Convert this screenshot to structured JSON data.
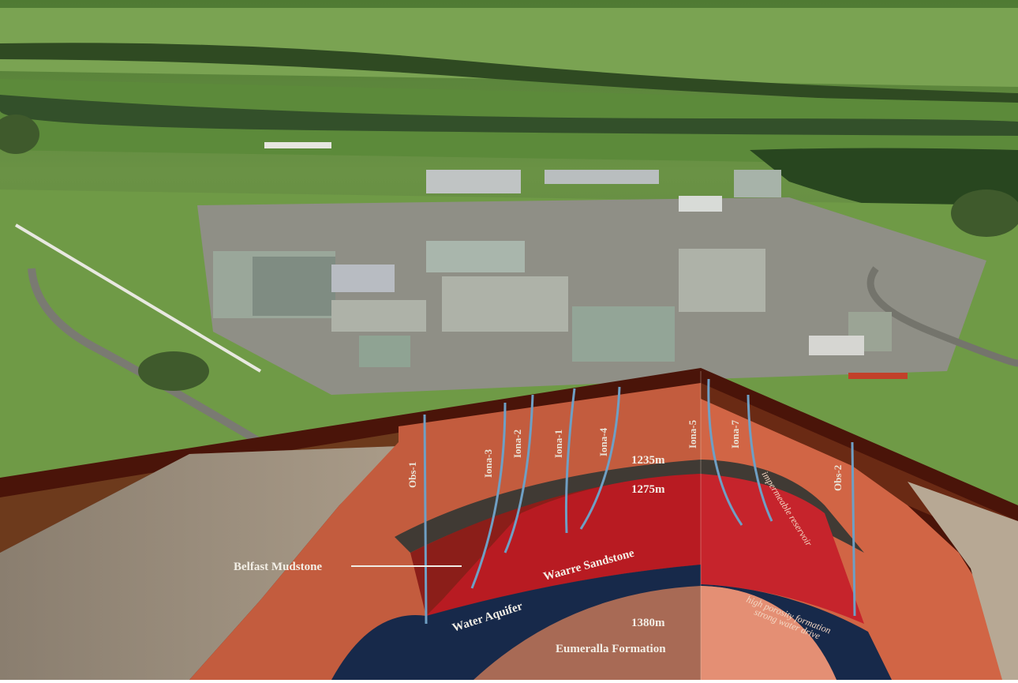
{
  "figure": {
    "formations": {
      "belfast_mudstone": "Belfast Mudstone",
      "waarre_sandstone": "Waarre Sandstone",
      "water_aquifer": "Water Aquifer",
      "eumeralla_formation": "Eumeralla Formation"
    },
    "depths": {
      "d1": "1235m",
      "d2": "1275m",
      "d3": "1380m"
    },
    "annotations": {
      "a1": "impermeable reservoir",
      "a2": "high porosity formation",
      "a3": "strong water drive"
    },
    "wells": {
      "obs1": "Obs-1",
      "iona3": "Iona-3",
      "iona2": "Iona-2",
      "iona1": "Iona-1",
      "iona4": "Iona-4",
      "iona5": "Iona-5",
      "iona7": "Iona-7",
      "obs2": "Obs-2"
    },
    "colors": {
      "sky_field": "#5f8f3f",
      "surface_band": "#5a1a10",
      "overburden_left": "#6a3518",
      "grey_rock": "#9a8c7a",
      "orange_rock": "#c45a3c",
      "mudstone": "#8a2418",
      "sandstone": "#c41e2a",
      "aquifer": "#1a2c48",
      "eumeralla": "#e08a70",
      "well_line": "#6f9fc4"
    }
  }
}
